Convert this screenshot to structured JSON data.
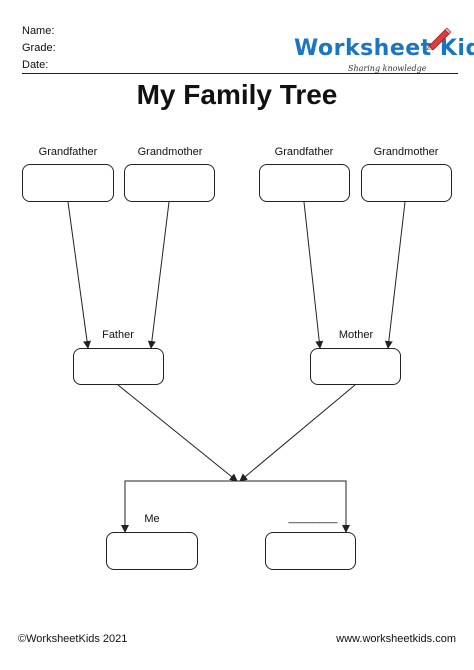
{
  "header": {
    "name_label": "Name:",
    "grade_label": "Grade:",
    "date_label": "Date:"
  },
  "logo": {
    "title": "Worksheet Kids",
    "tagline": "Sharing knowledge",
    "icon": "pencil-icon",
    "color": "#1a76c4",
    "pencil_color": "#e23b3b"
  },
  "title": "My Family Tree",
  "tree": {
    "grandfather_left": "Grandfather",
    "grandmother_left": "Grandmother",
    "grandfather_right": "Grandfather",
    "grandmother_right": "Grandmother",
    "father": "Father",
    "mother": "Mother",
    "me": "Me",
    "sibling_blank": "________"
  },
  "footer": {
    "copyright": "©WorksheetKids 2021",
    "website": "www.worksheetkids.com"
  }
}
